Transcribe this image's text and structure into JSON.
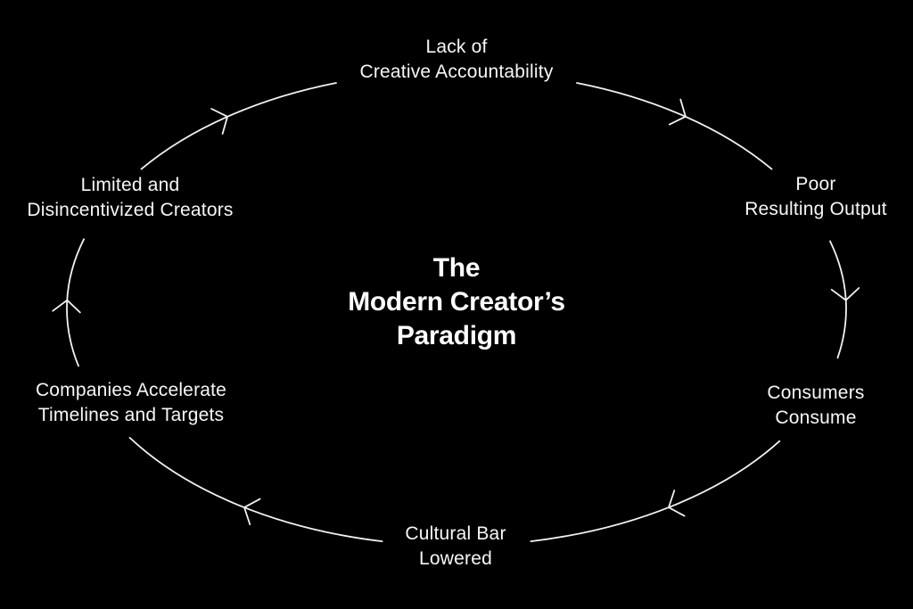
{
  "colors": {
    "background": "#000000",
    "text": "#f7f7f7",
    "line": "#f2f2f2"
  },
  "title": {
    "lines": [
      "The",
      "Modern Creator’s",
      "Paradigm"
    ]
  },
  "nodes": [
    {
      "id": "lack-of-creative-accountability",
      "lines": [
        "Lack of",
        "Creative Accountability"
      ]
    },
    {
      "id": "poor-resulting-output",
      "lines": [
        "Poor",
        "Resulting Output"
      ]
    },
    {
      "id": "consumers-consume",
      "lines": [
        "Consumers",
        "Consume"
      ]
    },
    {
      "id": "cultural-bar-lowered",
      "lines": [
        "Cultural Bar",
        "Lowered"
      ]
    },
    {
      "id": "companies-accelerate-timelines-and-targets",
      "lines": [
        "Companies Accelerate",
        "Timelines and Targets"
      ]
    },
    {
      "id": "limited-and-disincentivized-creators",
      "lines": [
        "Limited and",
        "Disincentivized Creators"
      ]
    }
  ],
  "cycle": {
    "direction": "clockwise",
    "arrow_count": 6,
    "arrow_icon": "chevron-arrowhead"
  }
}
